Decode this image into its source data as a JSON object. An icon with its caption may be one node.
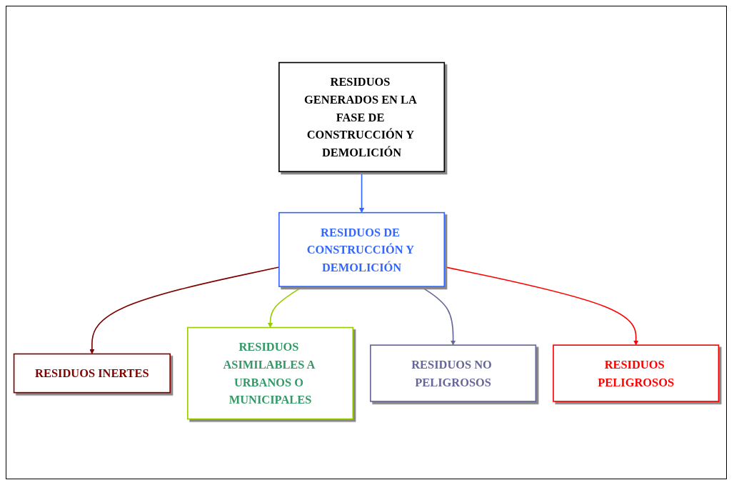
{
  "diagram": {
    "nodes": [
      {
        "text": [
          "RESIDUOS GENERADOS EN LA FASE DE CONSTRUCCIÓN Y DEMOLICIÓN"
        ]
      },
      {
        "text": [
          "RESIDUOS DE CONSTRUCCIÓN Y DEMOLICIÓN"
        ]
      },
      {
        "text": [
          "RESIDUOS INERTES"
        ]
      },
      {
        "text": [
          "RESIDUOS ASIMILABLES A URBANOS O MUNICIPALES"
        ]
      },
      {
        "text": [
          "RESIDUOS NO PELIGROSOS"
        ]
      },
      {
        "text": [
          "RESIDUOS PELIGROSOS"
        ]
      }
    ],
    "edges": [
      {
        "from": 0,
        "to": 1,
        "arrow": "to",
        "color": "#3366ff"
      },
      {
        "from": 1,
        "to": 2,
        "arrow": "to",
        "color": "#800000"
      },
      {
        "from": 1,
        "to": 3,
        "arrow": "to",
        "color": "#99cc00"
      },
      {
        "from": 1,
        "to": 4,
        "arrow": "to",
        "color": "#666699"
      },
      {
        "from": 1,
        "to": 5,
        "arrow": "to",
        "color": "#ff0000"
      }
    ]
  }
}
